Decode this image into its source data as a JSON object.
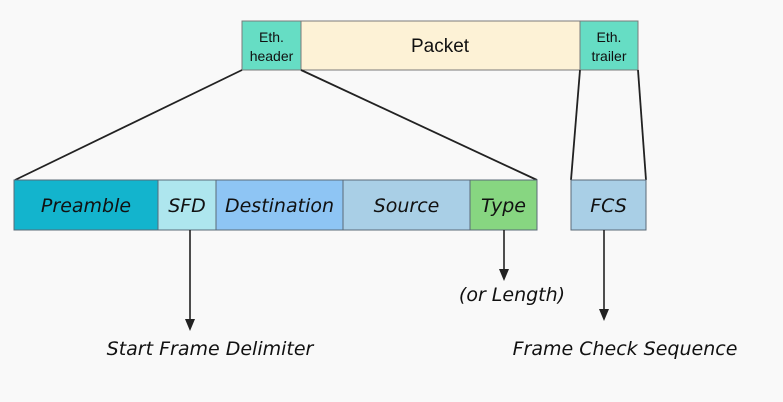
{
  "top_row": {
    "eth_header": {
      "line1": "Eth.",
      "line2": "header"
    },
    "packet": "Packet",
    "eth_trailer": {
      "line1": "Eth.",
      "line2": "trailer"
    }
  },
  "header_fields": {
    "preamble": "Preamble",
    "sfd": "SFD",
    "destination": "Destination",
    "source": "Source",
    "type": "Type"
  },
  "trailer_fields": {
    "fcs": "FCS"
  },
  "annotations": {
    "sfd_meaning": "Start Frame Delimiter",
    "type_note": "(or Length)",
    "fcs_meaning": "Frame Check Sequence"
  },
  "colors": {
    "background": "#f9f9f9",
    "eth_header": "#66ddc4",
    "packet": "#fdf2d6",
    "eth_trailer": "#66ddc4",
    "preamble": "#13b4cd",
    "sfd": "#aee6ee",
    "destination": "#8ec5f4",
    "source": "#a9cfe6",
    "type": "#87d681",
    "fcs": "#a9cfe6",
    "lines": "#222222"
  }
}
